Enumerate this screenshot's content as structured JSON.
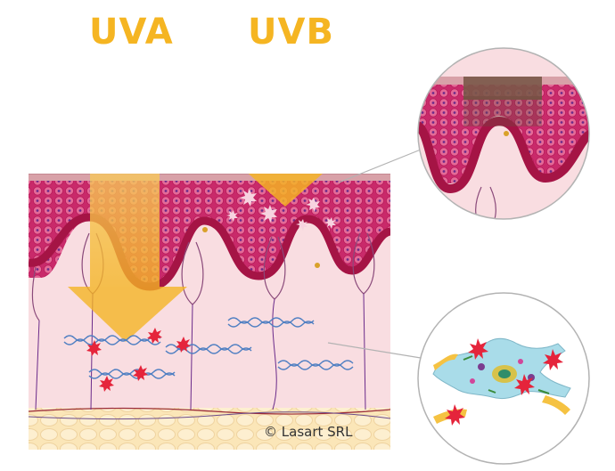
{
  "rays": {
    "uva": {
      "label": "UVA"
    },
    "uvb": {
      "label": "UVB"
    }
  },
  "credit": "© Lasart SRL",
  "colors": {
    "ray": "#f5b522",
    "epidermis": "#c92a6a",
    "basal_layer": "#a51445",
    "dermis": "#f9dde1",
    "fat": "#fbe6b8",
    "collagen": "#4f7fc2",
    "damage_star": "#e5243b",
    "fibroblast": "#a9dce9",
    "cell_nucleus": "#7b3c8f"
  },
  "icons": {
    "damage": "star-burst-icon",
    "skin_cell": "circle-cell-icon"
  }
}
